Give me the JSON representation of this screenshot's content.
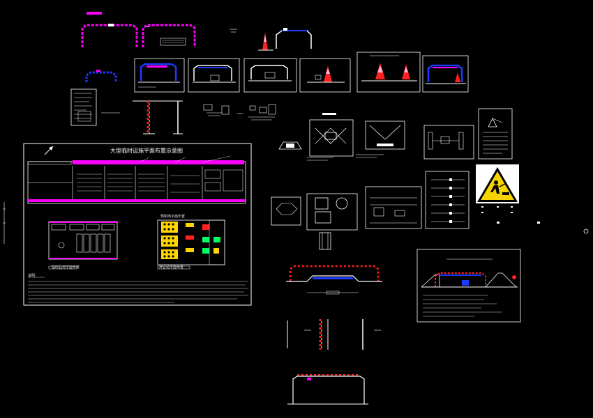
{
  "drawing": {
    "main_sheet_title": "大型临时设施平面布置示意图",
    "sub_caption_left": "临时驻地平面布置",
    "sub_caption_right": "预制场平面布置",
    "bottom_caption_left": "临时驻地平面布置",
    "bottom_caption_right": "拌合站平面布置",
    "notes_heading": "说明："
  },
  "colors": {
    "background": "#000000",
    "magenta": "#ff00ff",
    "white": "#ffffff",
    "red": "#ff2020",
    "blue": "#1e3cff",
    "yellow": "#ffd400",
    "cyan": "#00e5ff",
    "green": "#00ff66",
    "sign_yellow": "#f5d400"
  },
  "icons": {
    "warning_sign": "road-works-warning-sign",
    "compass": "north-arrow-icon"
  }
}
